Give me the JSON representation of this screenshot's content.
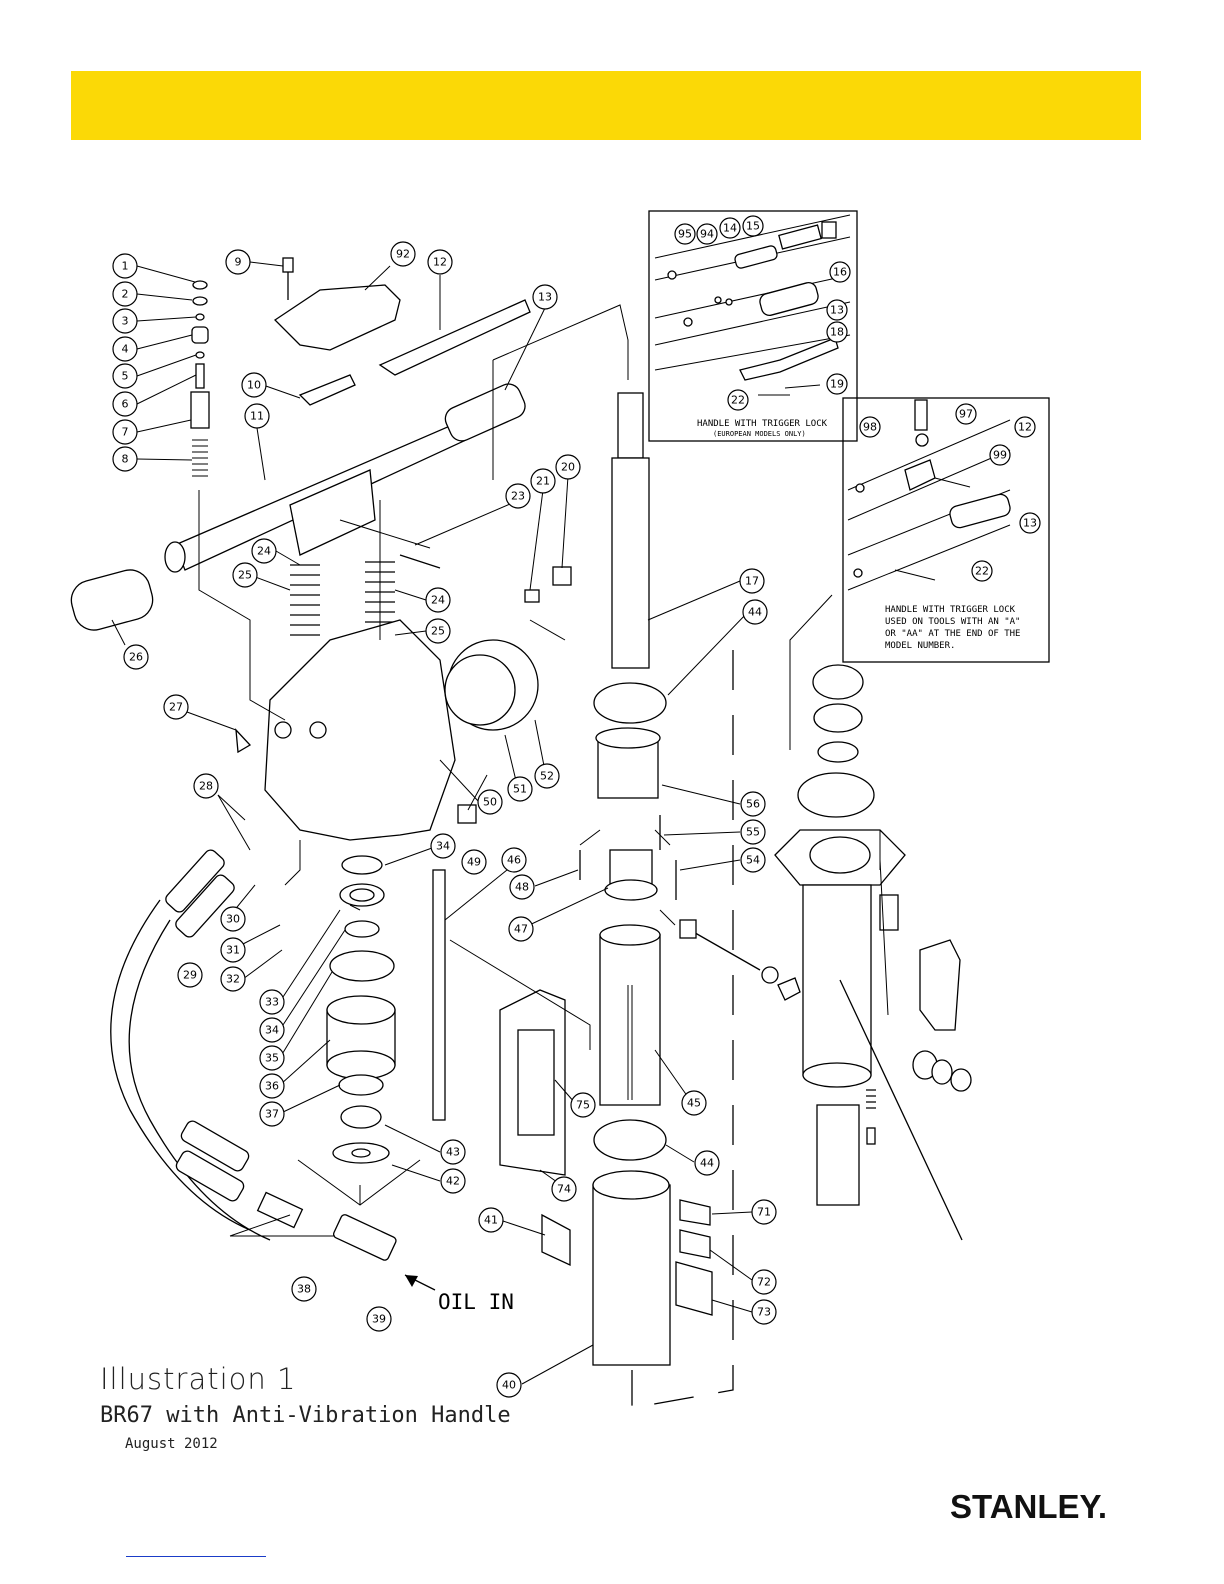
{
  "callouts": {
    "c1": "1",
    "c2": "2",
    "c3": "3",
    "c4": "4",
    "c5": "5",
    "c6": "6",
    "c7": "7",
    "c8": "8",
    "c9": "9",
    "c92": "92",
    "c12": "12",
    "c13": "13",
    "c10": "10",
    "c11": "11",
    "c23": "23",
    "c21": "21",
    "c20": "20",
    "c24a": "24",
    "c25a": "25",
    "c24b": "24",
    "c25b": "25",
    "c26": "26",
    "c27": "27",
    "c28": "28",
    "c29": "29",
    "c30": "30",
    "c31": "31",
    "c32": "32",
    "c33": "33",
    "c34a": "34",
    "c34b": "34",
    "c35": "35",
    "c36": "36",
    "c37": "37",
    "c38": "38",
    "c39": "39",
    "c40": "40",
    "c41": "41",
    "c42": "42",
    "c43": "43",
    "c44a": "44",
    "c44b": "44",
    "c45": "45",
    "c46": "46",
    "c47": "47",
    "c48": "48",
    "c49": "49",
    "c50": "50",
    "c51": "51",
    "c52": "52",
    "c54": "54",
    "c55": "55",
    "c56": "56",
    "c17": "17",
    "c71": "71",
    "c72": "72",
    "c73": "73",
    "c74": "74",
    "c75": "75",
    "i1_95": "95",
    "i1_94": "94",
    "i1_14": "14",
    "i1_15": "15",
    "i1_16a": "16",
    "i1_13": "13",
    "i1_16b": "18",
    "i1_22": "22",
    "i1_19": "19",
    "i2_98": "98",
    "i2_97": "97",
    "i2_12": "12",
    "i2_99": "99",
    "i2_13": "13",
    "i2_22": "22"
  },
  "inset1": {
    "caption": "HANDLE WITH TRIGGER LOCK",
    "subcaption": "(EUROPEAN MODELS ONLY)"
  },
  "inset2": {
    "caption_lines": [
      "HANDLE WITH TRIGGER LOCK",
      "USED ON TOOLS WITH AN \"A\"",
      "OR \"AA\" AT THE END OF THE",
      "MODEL NUMBER."
    ]
  },
  "oil_label": "OIL IN",
  "illustration": {
    "title": "Illustration 1",
    "subtitle": "BR67 with Anti-Vibration Handle",
    "date": "August 2012"
  },
  "brand": {
    "logo_text": "STANLEY.",
    "banner_color": "#FBD906"
  }
}
